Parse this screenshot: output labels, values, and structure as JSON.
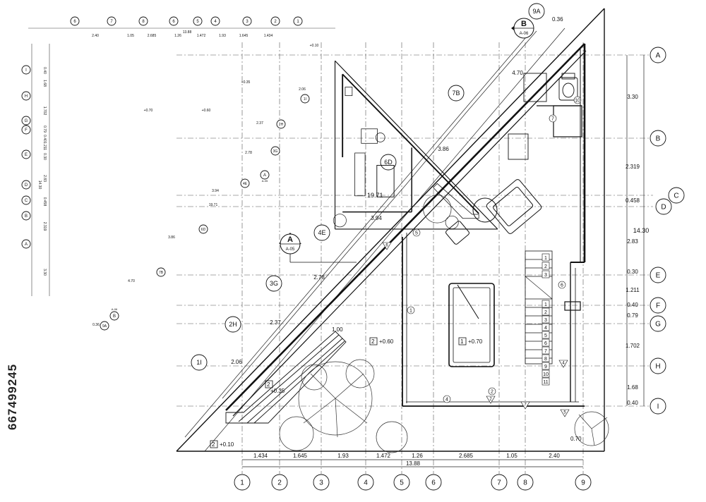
{
  "watermark": "667499245",
  "bubbles": {
    "bottom": [
      "1",
      "2",
      "3",
      "4",
      "5",
      "6",
      "7",
      "8",
      "9"
    ],
    "right": [
      "A",
      "B",
      "C",
      "D",
      "E",
      "F",
      "G",
      "H",
      "I"
    ],
    "diagonal": [
      "9A",
      "7B",
      "6D",
      "4E",
      "3G",
      "2H",
      "1I"
    ]
  },
  "dims": {
    "bottom": [
      "1.434",
      "1.645",
      "1.93",
      "1.472",
      "1.26",
      "2.685",
      "1.05",
      "2.40"
    ],
    "bottom_total": "13.88",
    "right": [
      "3.30",
      "2.319",
      "0.458",
      "2.83",
      "0.30",
      "1.211",
      "0.40",
      "0.79",
      "1.702",
      "1.68",
      "0.40"
    ],
    "right_total": "14.30",
    "top": "0.36",
    "diagonal_inner": [
      "4.70",
      "3.86",
      "3.94",
      "2.78",
      "2.37",
      "2.06"
    ],
    "diagonal_total": "19.71",
    "stair_gap": "1.00"
  },
  "levels": {
    "garden": "+0.35",
    "main": "+0.60",
    "billiard": "+0.70",
    "entry": "+0.10",
    "corner": "0.70"
  },
  "level_tags": {
    "garden": "2",
    "main": "2",
    "billiard": "1",
    "entry": "2"
  },
  "sections": {
    "b": {
      "letter": "B",
      "sheet": "A-06"
    },
    "a": {
      "letter": "A",
      "sheet": "A-05"
    }
  },
  "stair_steps": [
    "1",
    "2",
    "3",
    "4",
    "5",
    "6",
    "7",
    "8",
    "9",
    "10",
    "11"
  ],
  "stair_steps_upper": [
    "1",
    "2",
    "3"
  ],
  "door_tags": [
    "1",
    "2",
    "4",
    "5",
    "6",
    "7",
    "10"
  ],
  "window_tags": [
    "2",
    "4",
    "5",
    "6",
    "7"
  ],
  "thumbnail": {
    "bottom_numbers": [
      "6",
      "7",
      "8",
      "6",
      "5",
      "4",
      "3",
      "2",
      "1"
    ],
    "top_dims": [
      "2.40",
      "1.05",
      "2.685",
      "1.26",
      "1.472",
      "1.93",
      "1.645",
      "1.434"
    ],
    "top_total": "13.88",
    "left_letters": [
      "I",
      "H",
      "G",
      "F",
      "E",
      "D",
      "C",
      "B",
      "A"
    ],
    "left_dims": [
      "0.40",
      "1.68",
      "1.702",
      "0.79",
      "0.40",
      "1.211",
      "0.30",
      "2.83",
      "0.458",
      "2.319",
      "3.30"
    ],
    "left_total": "14.30",
    "diag_labels": [
      "1I",
      "2H",
      "3G",
      "4E",
      "6D",
      "7B",
      "9A"
    ],
    "diag_dims": [
      "2.06",
      "2.37",
      "2.78",
      "3.94",
      "3.86",
      "4.70",
      "19.71"
    ],
    "levels": [
      "+0.10",
      "+0.35",
      "+0.60",
      "+0.70"
    ],
    "section_a": {
      "letter": "A",
      "sheet": "A-05"
    },
    "section_b": {
      "letter": "B",
      "sheet": "A-06"
    },
    "bottom_mini": "0.36"
  }
}
